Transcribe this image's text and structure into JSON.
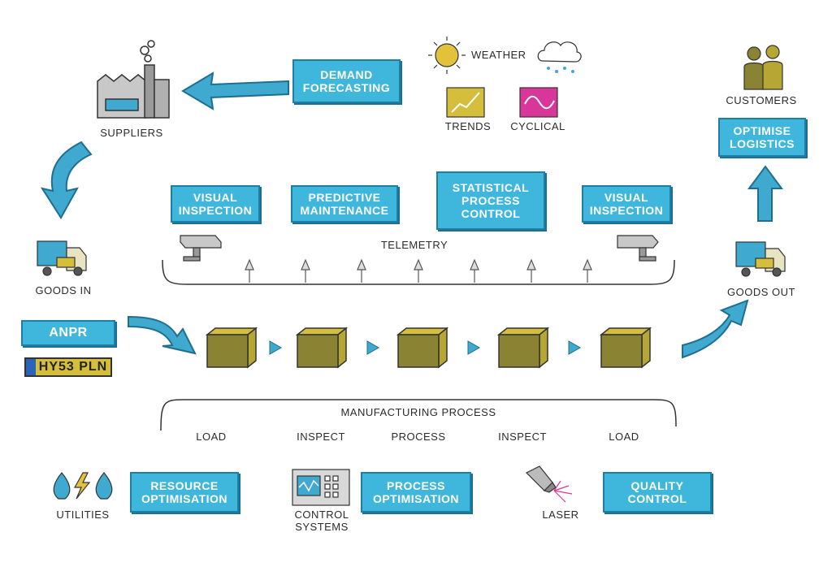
{
  "colors": {
    "accent": "#3fb7dc",
    "arrow": "#3fa9d0",
    "cube": "#8a8333",
    "cube_top": "#d4be3c",
    "trend_yellow": "#d4be3c",
    "cyclical_pink": "#d8369b"
  },
  "boxes": {
    "demand_forecasting": "DEMAND\nFORECASTING",
    "visual_inspection_left": "VISUAL\nINSPECTION",
    "predictive_maintenance": "PREDICTIVE\nMAINTENANCE",
    "statistical_process_control": "STATISTICAL\nPROCESS\nCONTROL",
    "visual_inspection_right": "VISUAL\nINSPECTION",
    "optimise_logistics": "OPTIMISE\nLOGISTICS",
    "anpr": "ANPR",
    "resource_optimisation": "RESOURCE\nOPTIMISATION",
    "process_optimisation": "PROCESS\nOPTIMISATION",
    "quality_control": "QUALITY\nCONTROL"
  },
  "labels": {
    "suppliers": "SUPPLIERS",
    "weather": "WEATHER",
    "trends": "TRENDS",
    "cyclical": "CYCLICAL",
    "customers": "CUSTOMERS",
    "goods_in": "GOODS IN",
    "goods_out": "GOODS OUT",
    "telemetry": "TELEMETRY",
    "manufacturing_process": "MANUFACTURING PROCESS",
    "utilities": "UTILITIES",
    "control_systems": "CONTROL\nSYSTEMS",
    "laser": "LASER",
    "plate": "HY53 PLN"
  },
  "process_steps": [
    "LOAD",
    "INSPECT",
    "PROCESS",
    "INSPECT",
    "LOAD"
  ],
  "icons": [
    "factory-icon",
    "sun-icon",
    "rain-cloud-icon",
    "trends-chart-icon",
    "cyclical-chart-icon",
    "customers-icon",
    "truck-icon",
    "camera-icon",
    "cube-icon",
    "utilities-icon",
    "control-panel-icon",
    "laser-icon"
  ]
}
